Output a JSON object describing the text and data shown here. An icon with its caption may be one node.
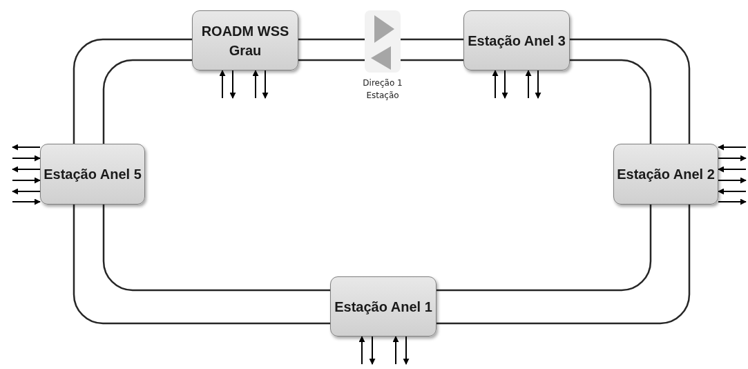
{
  "diagram": {
    "nodes": [
      {
        "text": [
          "ROADM WSS Grau"
        ]
      },
      {
        "text": [
          "Direção 1 Estação"
        ]
      },
      {
        "text": [
          "Estação Anel 3"
        ]
      },
      {
        "text": [
          "Estação Anel 5"
        ]
      },
      {
        "text": [
          "Estação Anel 2"
        ]
      },
      {
        "text": [
          "Estação Anel 1"
        ]
      }
    ],
    "edges": [
      {
        "from": 0,
        "to": 3,
        "arrow": "none"
      },
      {
        "from": 0,
        "to": 1,
        "arrow": "none"
      },
      {
        "from": 1,
        "to": 2,
        "arrow": "none"
      },
      {
        "from": 2,
        "to": 4,
        "arrow": "none"
      },
      {
        "from": 4,
        "to": 5,
        "arrow": "none"
      },
      {
        "from": 5,
        "to": 3,
        "arrow": "none"
      },
      {
        "from": 0,
        "to": 3,
        "arrow": "none"
      },
      {
        "from": 0,
        "to": 1,
        "arrow": "none"
      },
      {
        "from": 1,
        "to": 2,
        "arrow": "none"
      },
      {
        "from": 2,
        "to": 4,
        "arrow": "none"
      },
      {
        "from": 4,
        "to": 5,
        "arrow": "none"
      },
      {
        "from": 5,
        "to": 3,
        "arrow": "none"
      },
      {
        "from": null,
        "to": 0,
        "arrow": "to"
      },
      {
        "from": 0,
        "to": null,
        "arrow": "to"
      },
      {
        "from": null,
        "to": 0,
        "arrow": "to"
      },
      {
        "from": 0,
        "to": null,
        "arrow": "to"
      },
      {
        "from": null,
        "to": 2,
        "arrow": "to"
      },
      {
        "from": 2,
        "to": null,
        "arrow": "to"
      },
      {
        "from": null,
        "to": 2,
        "arrow": "to"
      },
      {
        "from": 2,
        "to": null,
        "arrow": "to"
      },
      {
        "from": 3,
        "to": null,
        "arrow": "to"
      },
      {
        "from": null,
        "to": 3,
        "arrow": "to"
      },
      {
        "from": 3,
        "to": null,
        "arrow": "to"
      },
      {
        "from": null,
        "to": 3,
        "arrow": "to"
      },
      {
        "from": 3,
        "to": null,
        "arrow": "to"
      },
      {
        "from": null,
        "to": 3,
        "arrow": "to"
      },
      {
        "from": null,
        "to": 4,
        "arrow": "to"
      },
      {
        "from": 4,
        "to": null,
        "arrow": "to"
      },
      {
        "from": null,
        "to": 4,
        "arrow": "to"
      },
      {
        "from": 4,
        "to": null,
        "arrow": "to"
      },
      {
        "from": null,
        "to": 4,
        "arrow": "to"
      },
      {
        "from": 4,
        "to": null,
        "arrow": "to"
      },
      {
        "from": null,
        "to": 5,
        "arrow": "to"
      },
      {
        "from": 5,
        "to": null,
        "arrow": "to"
      },
      {
        "from": null,
        "to": 5,
        "arrow": "to"
      },
      {
        "from": 5,
        "to": null,
        "arrow": "to"
      }
    ]
  }
}
